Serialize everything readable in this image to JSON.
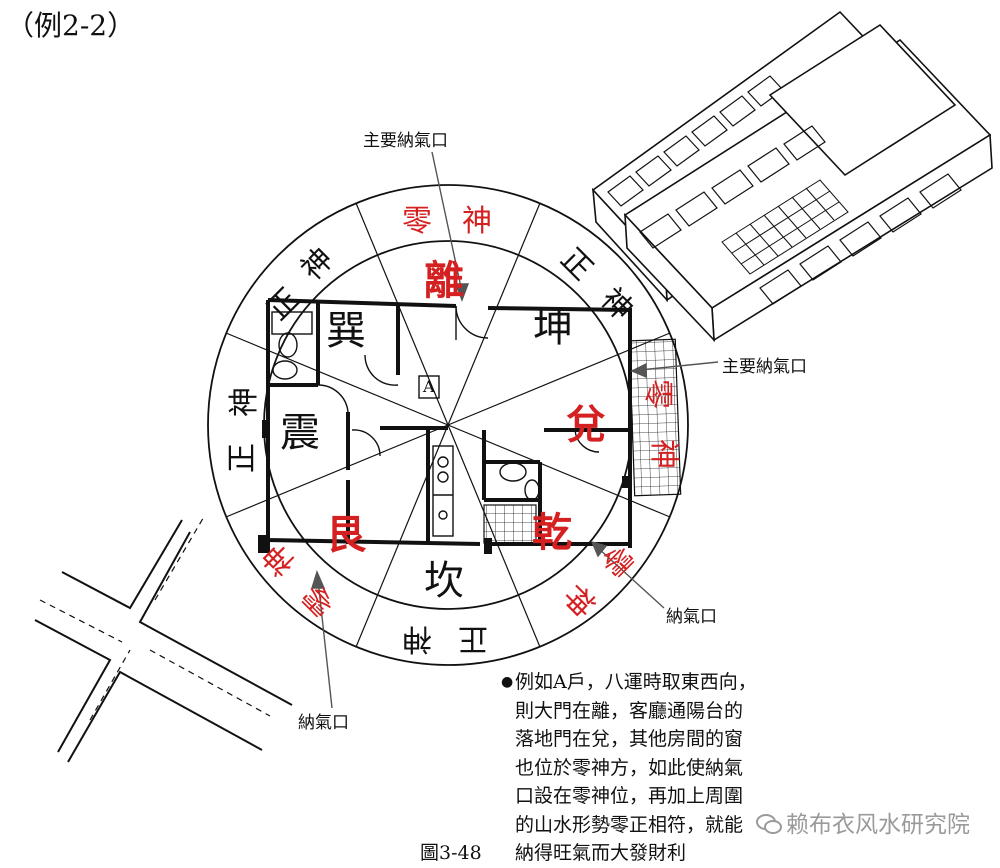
{
  "example_label": "（例2-2）",
  "figure_caption": "圖3-48",
  "callouts": {
    "main_top": "主要納氣口",
    "main_right": "主要納氣口",
    "bottom_left": "納氣口",
    "bottom_right": "納氣口"
  },
  "outer_ring": {
    "top": [
      "零",
      "神"
    ],
    "upper_right": [
      "正",
      "神"
    ],
    "right": [
      "零",
      "神"
    ],
    "lower_right": [
      "零",
      "神"
    ],
    "bottom": [
      "正",
      "神"
    ],
    "lower_left": [
      "零",
      "神"
    ],
    "left": [
      "正",
      "神"
    ],
    "upper_left": [
      "正",
      "神"
    ]
  },
  "trigrams": {
    "li": "離",
    "kun": "坤",
    "dui": "兌",
    "qian": "乾",
    "kan": "坎",
    "gen": "艮",
    "zhen": "震",
    "xun": "巽"
  },
  "unit_marker": "A",
  "note_lines": [
    "例如A戶，八運時取東西向，",
    "則大門在離，客廳通陽台的",
    "落地門在兌，其他房間的窗",
    "也位於零神方，如此使納氣",
    "口設在零神位，再加上周圍",
    "的山水形勢零正相符，就能",
    "納得旺氣而大發財利"
  ],
  "watermark": "赖布衣风水研究院",
  "colors": {
    "ling_shen": "#d42020",
    "line": "#111111"
  }
}
